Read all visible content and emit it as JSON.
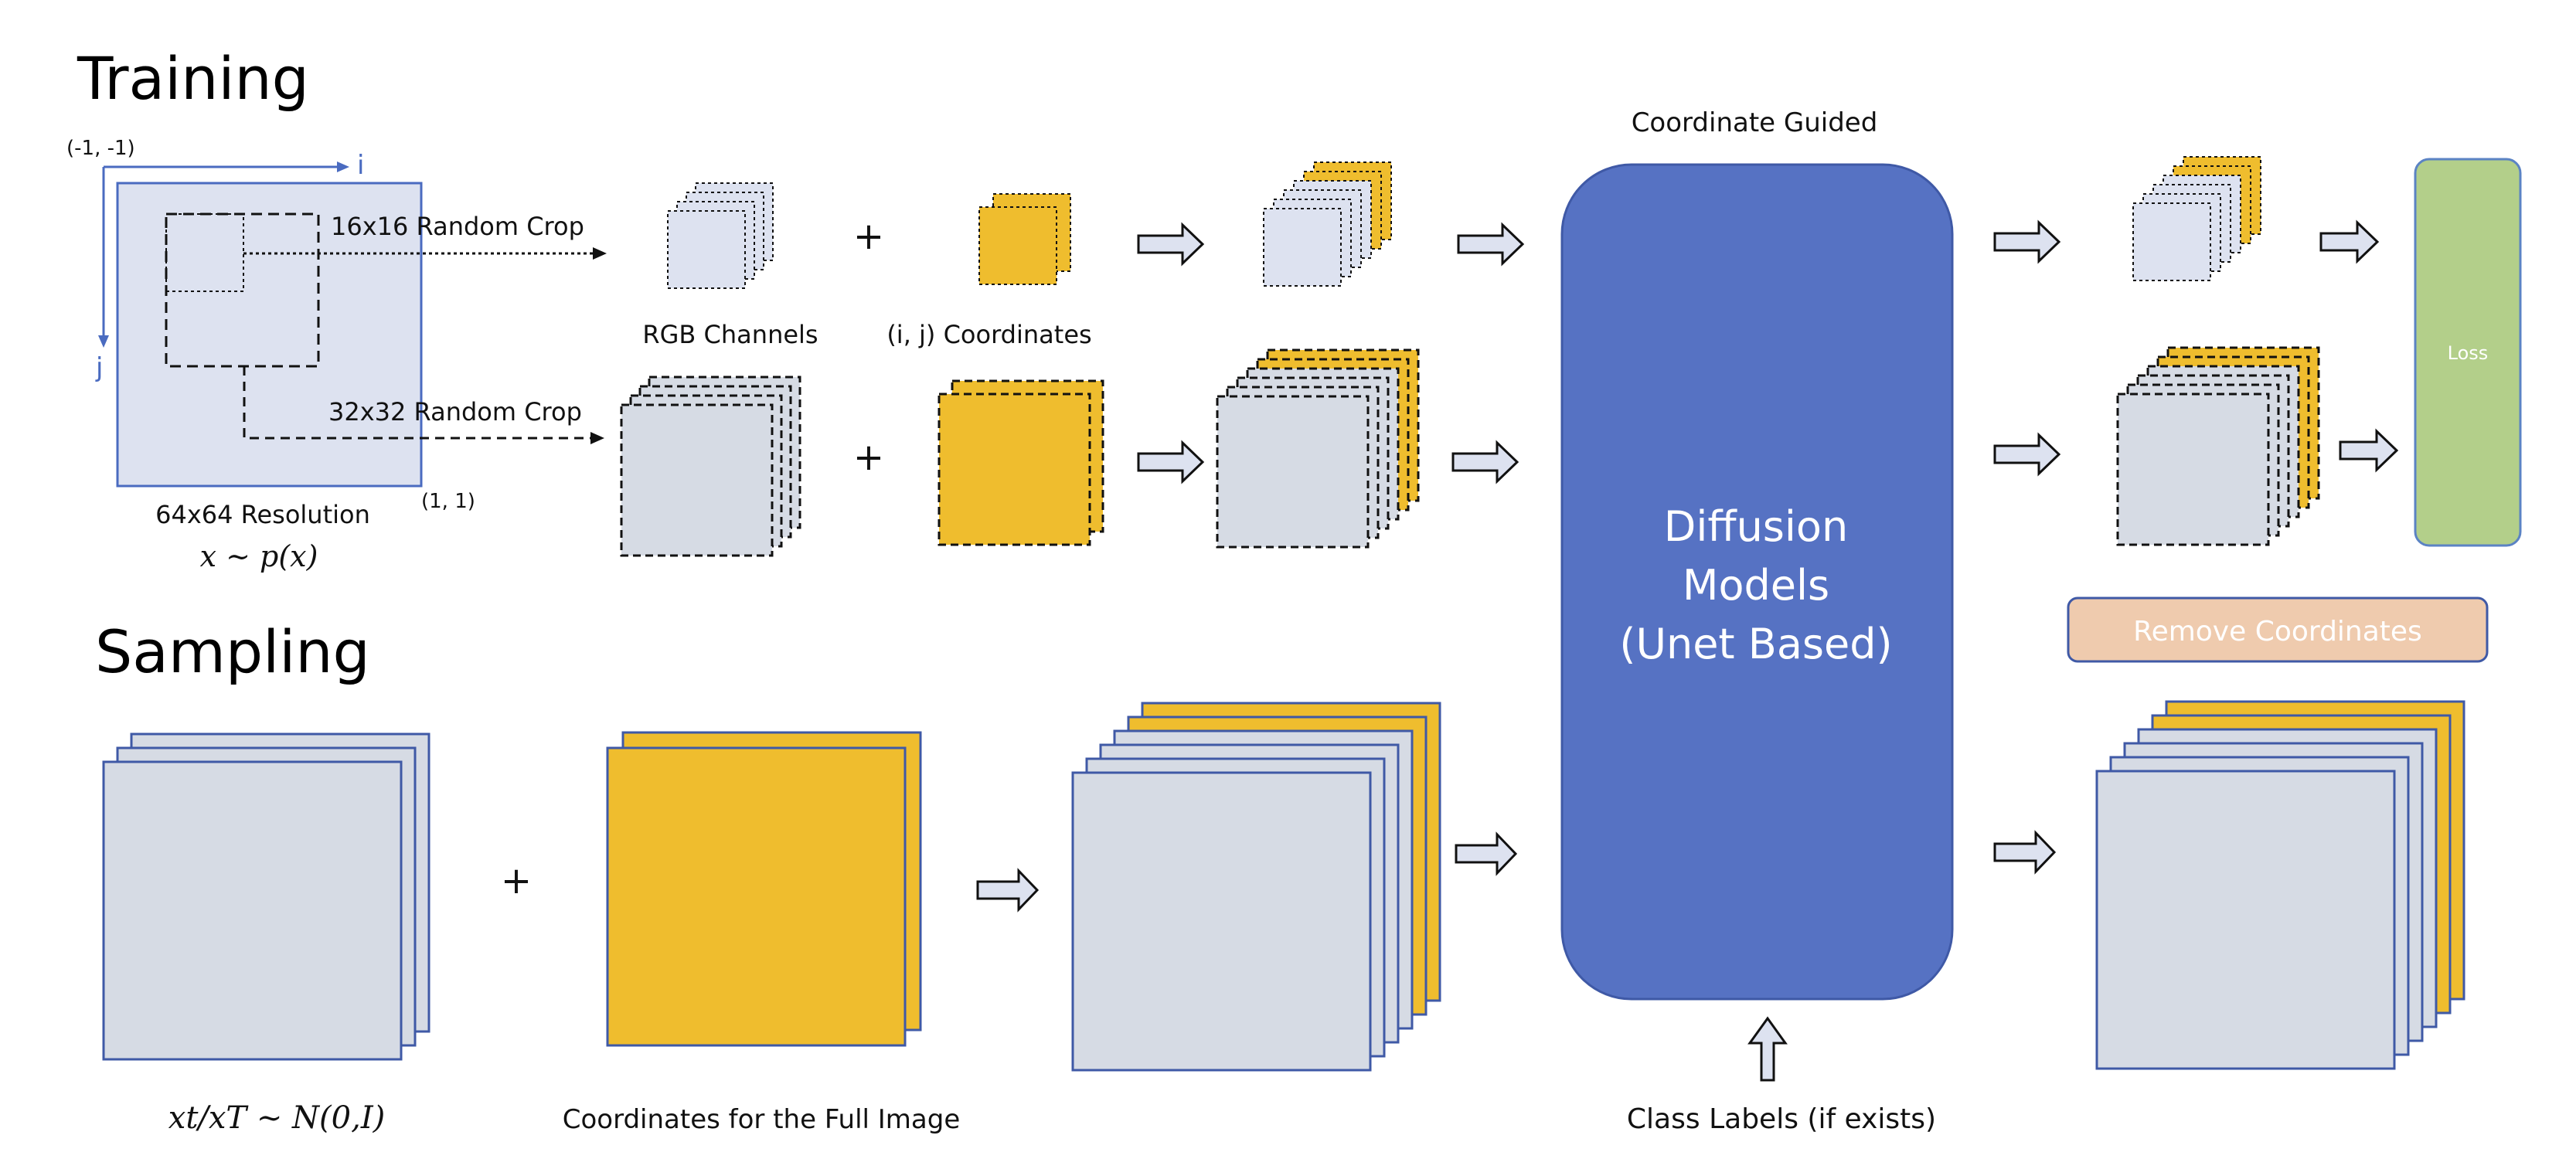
{
  "sections": {
    "training": "Training",
    "sampling": "Sampling"
  },
  "training": {
    "coord_top_left": "(-1, -1)",
    "coord_bottom_right": "(1, 1)",
    "axis_i": "i",
    "axis_j": "j",
    "crop_small": "16x16 Random Crop",
    "crop_large": "32x32 Random Crop",
    "resolution": "64x64 Resolution",
    "data_distribution": "x ∼ p(x)",
    "rgb_channels": "RGB Channels",
    "ij_coordinates": "(i, j) Coordinates",
    "plus": "+"
  },
  "model": {
    "header": "Coordinate Guided",
    "line1": "Diffusion",
    "line2": "Models",
    "line3": "(Unet Based)",
    "class_labels": "Class Labels (if exists)"
  },
  "outputs": {
    "loss": "Loss",
    "remove_coordinates": "Remove Coordinates"
  },
  "sampling": {
    "noise": "xt/xT ∼ N(0,I)",
    "full_coords": "Coordinates for the Full Image",
    "plus": "+"
  },
  "colors": {
    "rgb_fill": "#d6dbe4",
    "rgb_light": "#dde2f0",
    "coord_fill": "#efbd2e",
    "model_fill": "#5672c3",
    "loss_fill": "#b3cf8a",
    "remove_fill": "#efcbae",
    "accent_blue": "#4a6bc0"
  }
}
